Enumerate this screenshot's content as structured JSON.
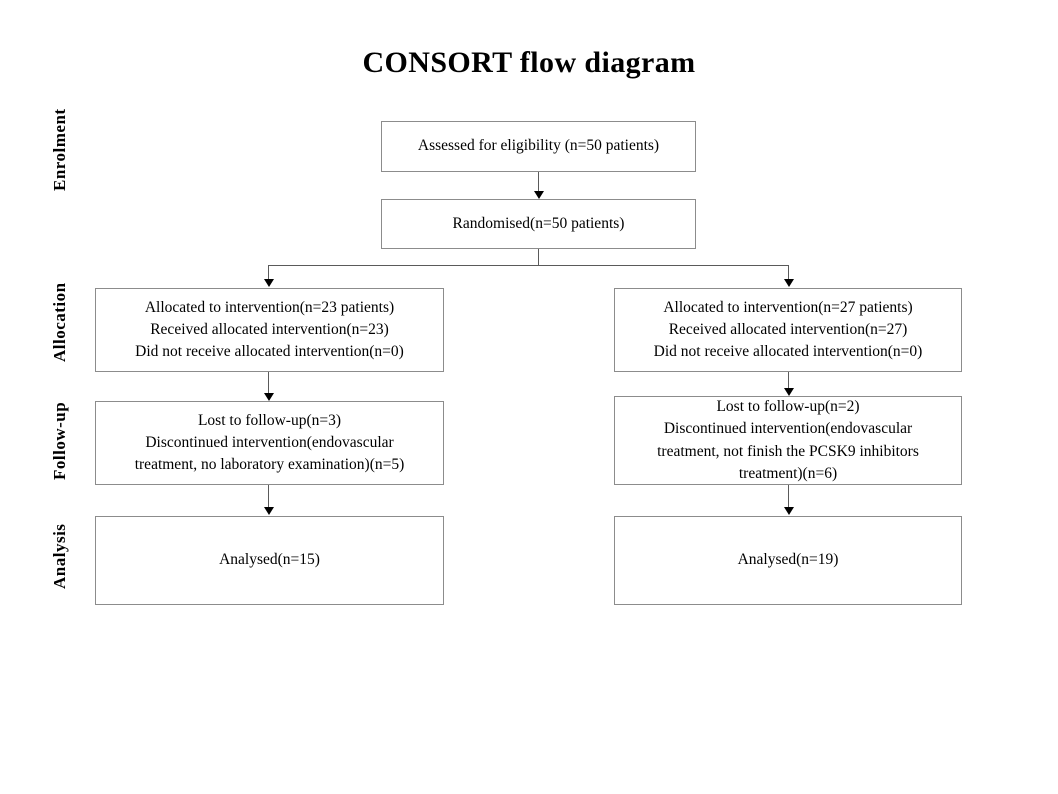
{
  "title": "CONSORT flow diagram",
  "stages": [
    {
      "id": "enrolment",
      "label": "Enrolment"
    },
    {
      "id": "allocation",
      "label": "Allocation"
    },
    {
      "id": "followup",
      "label": "Follow-up"
    },
    {
      "id": "analysis",
      "label": "Analysis"
    }
  ],
  "boxes": {
    "assessed": "Assessed for eligibility (n=50 patients)",
    "randomised": "Randomised(n=50 patients)",
    "allocation_left": "Allocated to intervention(n=23 patients)\nReceived allocated intervention(n=23)\nDid not receive allocated intervention(n=0)",
    "allocation_right": "Allocated to intervention(n=27 patients)\nReceived allocated intervention(n=27)\nDid not receive allocated intervention(n=0)",
    "followup_left": "Lost to follow-up(n=3)\nDiscontinued intervention(endovascular\ntreatment, no laboratory examination)(n=5)",
    "followup_right": "Lost to follow-up(n=2)\nDiscontinued intervention(endovascular\ntreatment, not finish the PCSK9 inhibitors\ntreatment)(n=6)",
    "analysis_left": "Analysed(n=15)",
    "analysis_right": "Analysed(n=19)"
  },
  "chart_data": {
    "type": "flowchart",
    "title": "CONSORT flow diagram",
    "stages": [
      "Enrolment",
      "Allocation",
      "Follow-up",
      "Analysis"
    ],
    "nodes": [
      {
        "id": "assessed",
        "stage": "Enrolment",
        "n": 50,
        "text": "Assessed for eligibility (n=50 patients)"
      },
      {
        "id": "randomised",
        "stage": "Enrolment",
        "n": 50,
        "text": "Randomised(n=50 patients)"
      },
      {
        "id": "allocation_left",
        "stage": "Allocation",
        "arm": "left",
        "allocated": 23,
        "received": 23,
        "not_received": 0
      },
      {
        "id": "allocation_right",
        "stage": "Allocation",
        "arm": "right",
        "allocated": 27,
        "received": 27,
        "not_received": 0
      },
      {
        "id": "followup_left",
        "stage": "Follow-up",
        "arm": "left",
        "lost_to_followup": 3,
        "discontinued": 5
      },
      {
        "id": "followup_right",
        "stage": "Follow-up",
        "arm": "right",
        "lost_to_followup": 2,
        "discontinued": 6
      },
      {
        "id": "analysis_left",
        "stage": "Analysis",
        "arm": "left",
        "analysed": 15
      },
      {
        "id": "analysis_right",
        "stage": "Analysis",
        "arm": "right",
        "analysed": 19
      }
    ],
    "edges": [
      {
        "from": "assessed",
        "to": "randomised"
      },
      {
        "from": "randomised",
        "to": "allocation_left"
      },
      {
        "from": "randomised",
        "to": "allocation_right"
      },
      {
        "from": "allocation_left",
        "to": "followup_left"
      },
      {
        "from": "allocation_right",
        "to": "followup_right"
      },
      {
        "from": "followup_left",
        "to": "analysis_left"
      },
      {
        "from": "followup_right",
        "to": "analysis_right"
      }
    ]
  },
  "colors": {
    "border": "#8c8c8c",
    "connector": "#5a5a5a",
    "text": "#000000",
    "background": "#ffffff"
  }
}
